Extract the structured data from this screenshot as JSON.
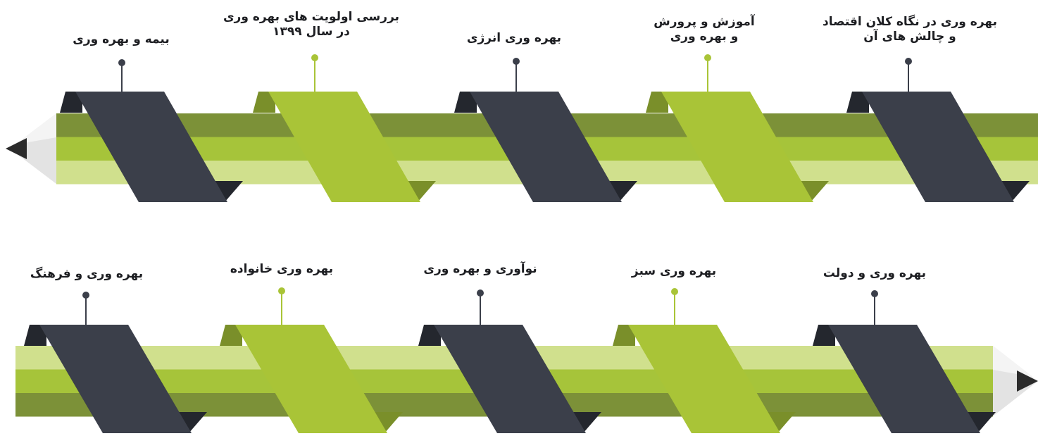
{
  "colors": {
    "dark_ribbon": "#3b3f4a",
    "dark_ribbon_shadow": "#24272e",
    "green_ribbon": "#a9c437",
    "green_ribbon_shadow": "#7a8f2a",
    "pencil_dark": "#7c9138",
    "pencil_mid": "#a6c43a",
    "pencil_light": "#d0e08d",
    "wood": "#e3e3e3",
    "lead": "#2b2b2b"
  },
  "timeline": {
    "row1": [
      {
        "lines": [
          "بیمه و بهره وری"
        ],
        "color": "dark",
        "icon": "marker-pin-icon"
      },
      {
        "lines": [
          "بررسی اولویت های بهره وری",
          "در سال ۱۳۹۹"
        ],
        "color": "green",
        "icon": "marker-pin-icon"
      },
      {
        "lines": [
          "بهره وری انرژی"
        ],
        "color": "dark",
        "icon": "marker-pin-icon"
      },
      {
        "lines": [
          "آموزش و پرورش",
          "و بهره وری"
        ],
        "color": "green",
        "icon": "marker-pin-icon"
      },
      {
        "lines": [
          "بهره وری در نگاه کلان اقتصاد",
          "و چالش های آن"
        ],
        "color": "dark",
        "icon": "marker-pin-icon"
      }
    ],
    "row2": [
      {
        "lines": [
          "بهره وری و فرهنگ"
        ],
        "color": "dark",
        "icon": "marker-pin-icon"
      },
      {
        "lines": [
          "بهره وری خانواده"
        ],
        "color": "green",
        "icon": "marker-pin-icon"
      },
      {
        "lines": [
          "نوآوری و بهره وری"
        ],
        "color": "dark",
        "icon": "marker-pin-icon"
      },
      {
        "lines": [
          "بهره وری سبز"
        ],
        "color": "green",
        "icon": "marker-pin-icon"
      },
      {
        "lines": [
          "بهره وری و دولت"
        ],
        "color": "dark",
        "icon": "marker-pin-icon"
      }
    ]
  }
}
